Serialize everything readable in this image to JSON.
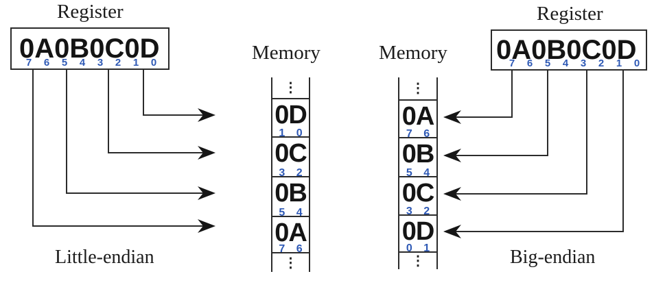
{
  "colors": {
    "bit_index": "#2e59b5",
    "line": "#2b2b2b"
  },
  "left": {
    "register_label": "Register",
    "register_value": "0A0B0C0D",
    "bit_indices": [
      "7",
      "6",
      "5",
      "4",
      "3",
      "2",
      "1",
      "0"
    ],
    "memory_label": "Memory",
    "ellipsis": "⋮",
    "cells": [
      {
        "byte": "0D",
        "bits": "1 0"
      },
      {
        "byte": "0C",
        "bits": "3 2"
      },
      {
        "byte": "0B",
        "bits": "5 4"
      },
      {
        "byte": "0A",
        "bits": "7 6"
      }
    ],
    "caption": "Little-endian"
  },
  "right": {
    "register_label": "Register",
    "register_value": "0A0B0C0D",
    "bit_indices": [
      "7",
      "6",
      "5",
      "4",
      "3",
      "2",
      "1",
      "0"
    ],
    "memory_label": "Memory",
    "ellipsis": "⋮",
    "cells": [
      {
        "byte": "0A",
        "bits": "7 6"
      },
      {
        "byte": "0B",
        "bits": "5 4"
      },
      {
        "byte": "0C",
        "bits": "3 2"
      },
      {
        "byte": "0D",
        "bits": "0 1"
      }
    ],
    "caption": "Big-endian"
  }
}
